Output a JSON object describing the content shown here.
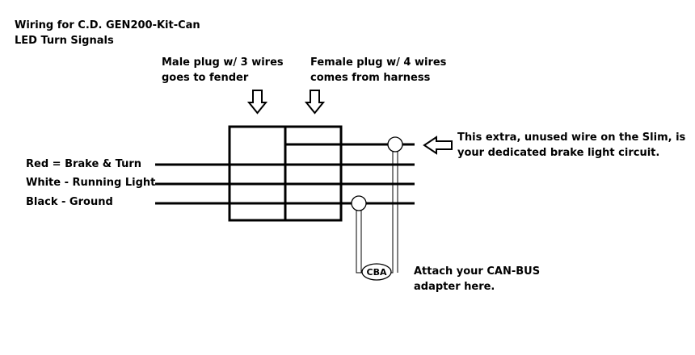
{
  "title": {
    "line1": "Wiring for C.D. GEN200-Kit-Can",
    "line2": "LED Turn Signals"
  },
  "labels": {
    "male_plug": "Male plug w/ 3 wires\ngoes to fender",
    "female_plug": "Female plug w/ 4 wires\ncomes from harness",
    "extra_wire": "This extra, unused wire on the Slim, is\nyour dedicated brake light circuit.",
    "attach": "Attach your CAN-BUS\nadapter here."
  },
  "wires": {
    "red": "Red = Brake & Turn",
    "white": "White - Running Light",
    "black": "Black - Ground"
  },
  "adapter_label": "CBA"
}
